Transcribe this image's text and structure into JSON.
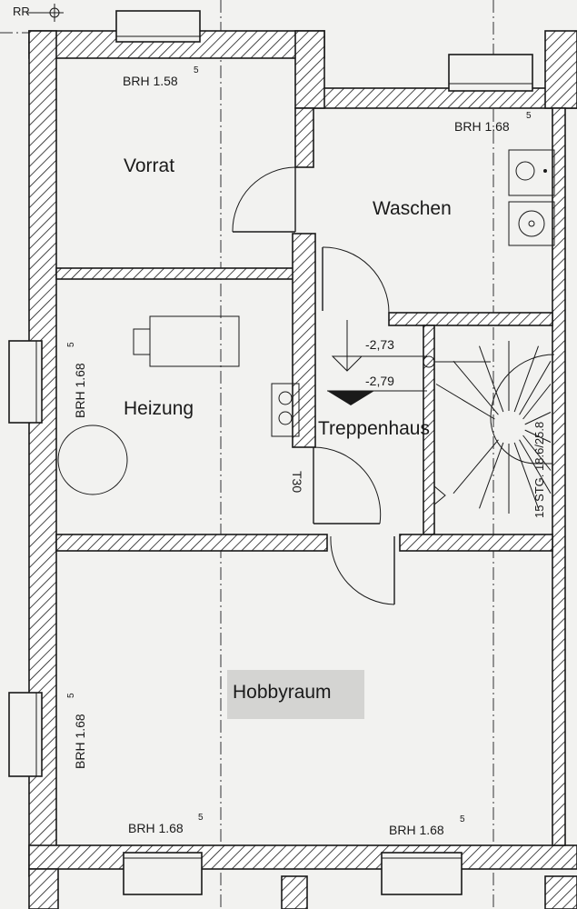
{
  "plan": {
    "title_marker": "RR",
    "rooms": {
      "vorrat": "Vorrat",
      "waschen": "Waschen",
      "heizung": "Heizung",
      "treppenhaus": "Treppenhaus",
      "hobbyraum": "Hobbyraum"
    },
    "windows": {
      "vorrat_top": {
        "label": "BRH 1.58",
        "sup": "5"
      },
      "waschen_top": {
        "label": "BRH 1.68",
        "sup": "5"
      },
      "heizung_left": {
        "label": "BRH 1.68",
        "sup": "5"
      },
      "hobby_left": {
        "label": "BRH 1.68",
        "sup": "5"
      },
      "hobby_bottom_left": {
        "label": "BRH 1.68",
        "sup": "5"
      },
      "hobby_bottom_right": {
        "label": "BRH 1.68",
        "sup": "5"
      }
    },
    "levels": {
      "upper": "-2,73",
      "lower": "-2,79"
    },
    "door_rating": "T30",
    "stair_spec": "15 STG. 18.6/25.8"
  }
}
